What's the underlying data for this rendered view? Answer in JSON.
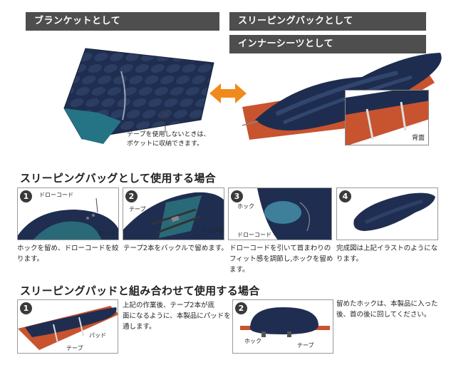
{
  "top": {
    "blanket_label": "ブランケットとして",
    "sleeping_bag_label": "スリーピングバックとして",
    "inner_sheet_label": "インナーシーツとして",
    "tape_note_line1": "テープを使用しないときは、",
    "tape_note_line2": "ポケットに収納できます。",
    "back_label": "背面"
  },
  "section1": {
    "heading": "スリーピングバッグとして使用する場合",
    "steps": [
      {
        "num": "1",
        "labels": [
          "ドローコード",
          "ホック"
        ],
        "caption_lines": [
          "ホックを留め、ドローコードを絞",
          "ります。"
        ]
      },
      {
        "num": "2",
        "labels": [
          "テープ",
          "バックル"
        ],
        "caption_lines": [
          "テープ2本をバックルで留めます。"
        ]
      },
      {
        "num": "3",
        "labels": [
          "ホック",
          "ドローコード"
        ],
        "caption_lines": [
          "ドローコードを引いて首まわりの",
          "フィット感を調節し,ホックを留め",
          "ます。"
        ]
      },
      {
        "num": "4",
        "labels": [],
        "caption_lines": [
          "完成図は上記イラストのようにな",
          "ります。"
        ]
      }
    ]
  },
  "section2": {
    "heading": "スリーピングパッドと組み合わせて使用する場合",
    "steps": [
      {
        "num": "1",
        "labels": [
          "パッド",
          "テープ"
        ],
        "caption_lines": [
          "上記の作業後、テープ2本が底",
          "面になるように、本製品にパッドを",
          "通します。"
        ]
      },
      {
        "num": "2",
        "labels": [
          "ホック",
          "テープ"
        ],
        "caption_lines": [
          "留めたホックは、本製品に入った",
          "後、首の後に回してください。"
        ]
      }
    ]
  },
  "colors": {
    "banner": "#4e4e4e",
    "navy": "#1d2c4e",
    "teal": "#2b6f7c",
    "pad_orange": "#c8532f",
    "arrow": "#f08a1c"
  }
}
